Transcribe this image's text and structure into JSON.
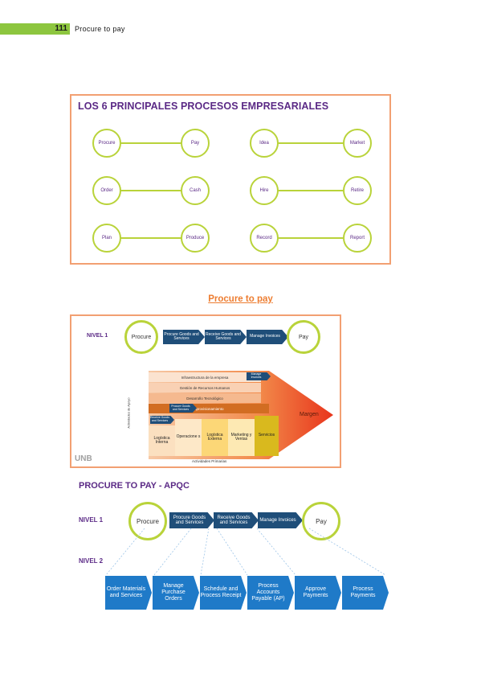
{
  "header": {
    "page_number": "111",
    "title": "Procure to pay"
  },
  "figure1": {
    "title": "LOS 6 PRINCIPALES PROCESOS EMPRESARIALES",
    "pairs": [
      {
        "left": "Procure",
        "right": "Pay"
      },
      {
        "left": "Idea",
        "right": "Market"
      },
      {
        "left": "Order",
        "right": "Cash"
      },
      {
        "left": "Hire",
        "right": "Retire"
      },
      {
        "left": "Plan",
        "right": "Produce"
      },
      {
        "left": "Record",
        "right": "Report"
      }
    ]
  },
  "section_title": "Procure to pay",
  "figure2": {
    "nivel1": "NIVEL 1",
    "start": "Procure",
    "steps": [
      "Procure Goods and Services",
      "Receive Goods and Services",
      "Manage Invoices"
    ],
    "end": "Pay",
    "value_chain": {
      "support_axis": "Actividades de Apoyo",
      "support": [
        "Infraestructura de la empresa",
        "Gestión de Recursos Humanos",
        "Desarrollo Tecnológico",
        "Aprovisionamiento"
      ],
      "manage_tag": "Manage Invoices",
      "procure_tag": "Procure Goods and Services",
      "receive_tag": "Receive Goods and Services",
      "primary": [
        "Logística Interna",
        "Operacione s",
        "Logística Externa",
        "Marketing y Ventas",
        "Servicios"
      ],
      "margin": "Margen",
      "primary_axis": "Actividades Primarias"
    },
    "logo": "UNB"
  },
  "figure3": {
    "title": "PROCURE TO PAY - APQC",
    "nivel1": "NIVEL 1",
    "nivel2": "NIVEL 2",
    "start": "Procure",
    "steps": [
      "Procure Goods and Services",
      "Receive Goods and Services",
      "Manage Invoices"
    ],
    "end": "Pay",
    "level2": [
      "Order Materials and Services",
      "Manage Purchase Orders",
      "Schedule and Process Receipt",
      "Process Accounts Payable (AP)",
      "Approve Payments",
      "Process Payments"
    ]
  },
  "colors": {
    "accent_green": "#8dc63f",
    "purple": "#5b2a86",
    "orange": "#ed7d31",
    "navy": "#1f4e79",
    "blue": "#1f7ac8"
  }
}
